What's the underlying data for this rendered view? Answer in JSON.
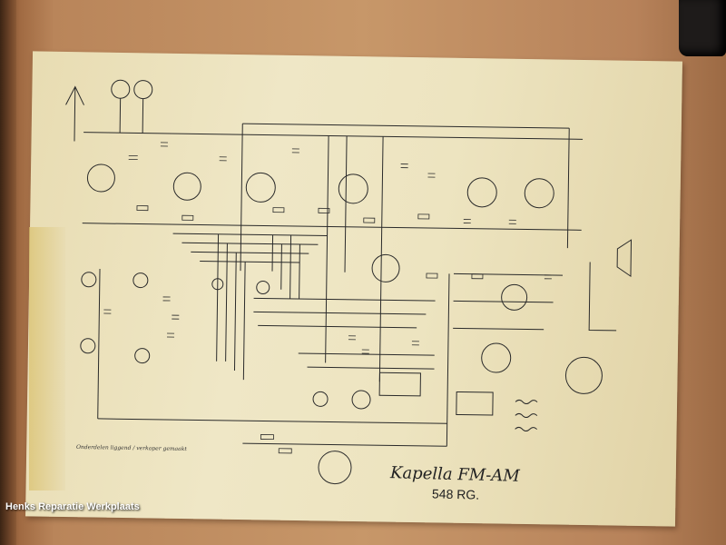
{
  "photo": {
    "subject": "Kapella FM-AM schematic pinned to wooden board",
    "watermark": "Henks Reparatie Werkplaats"
  },
  "schematic": {
    "brand_title": "Kapella FM-AM",
    "model_number": "548 RG.",
    "footnote": "Onderdelen liggend / verkoper gemaakt"
  },
  "colors": {
    "wood": "#b9855a",
    "paper": "#ede4c0",
    "ink": "#222222",
    "knob": "#1e1b1a"
  }
}
